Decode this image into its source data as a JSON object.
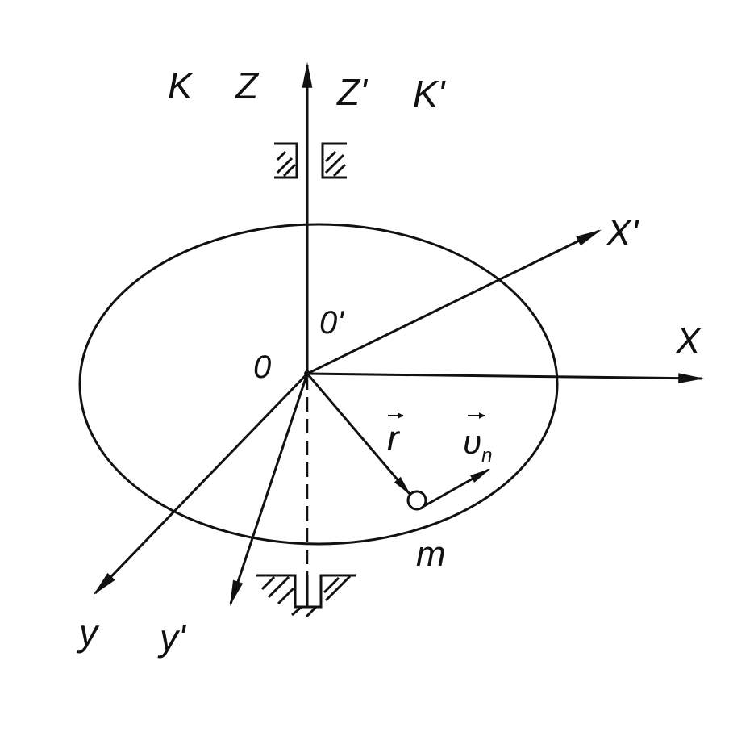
{
  "colors": {
    "ink": "#111111",
    "background": "#ffffff"
  },
  "labels": {
    "frame_k": "K",
    "axis_z": "Z",
    "axis_z_prime": "Z'",
    "frame_k_prime": "K'",
    "axis_x_prime": "X'",
    "axis_x": "X",
    "origin_prime": "0'",
    "origin": "0",
    "radius_vector": "r",
    "velocity": "υ",
    "velocity_subscript": "n",
    "mass": "m",
    "axis_y": "y",
    "axis_y_prime": "y'"
  }
}
